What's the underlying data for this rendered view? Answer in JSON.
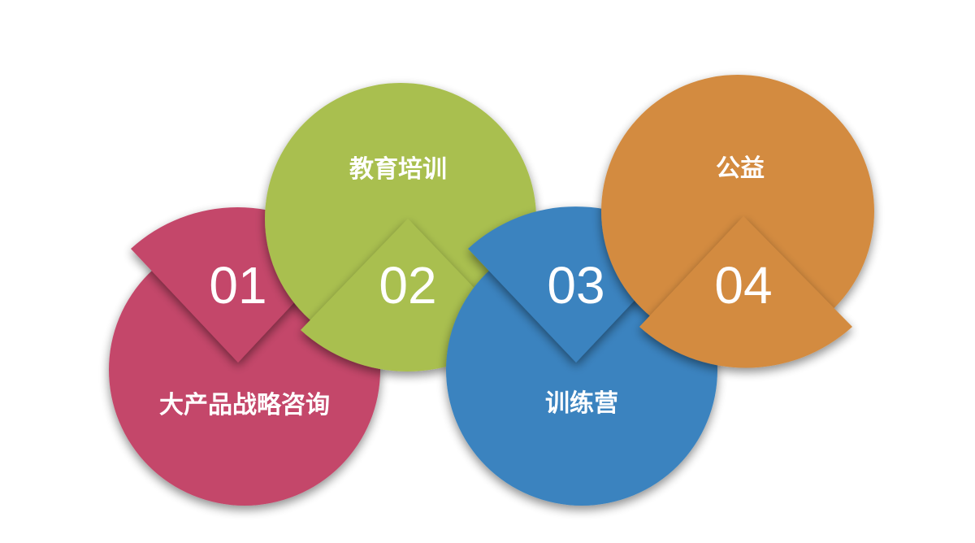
{
  "items": [
    {
      "number": "01",
      "label": "大产品战略咨询",
      "color": "#c4476a"
    },
    {
      "number": "02",
      "label": "教育培训",
      "color": "#a9bf4f"
    },
    {
      "number": "03",
      "label": "训练营",
      "color": "#3a83bf"
    },
    {
      "number": "04",
      "label": "公益",
      "color": "#d38b40"
    }
  ]
}
